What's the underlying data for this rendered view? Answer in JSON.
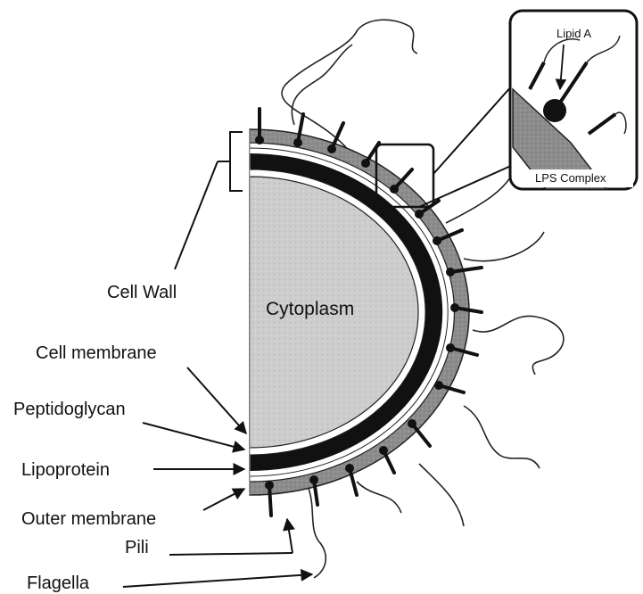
{
  "labels": {
    "cell_wall": "Cell Wall",
    "cytoplasm": "Cytoplasm",
    "cell_membrane": "Cell membrane",
    "peptidoglycan": "Peptidoglycan",
    "lipoprotein": "Lipoprotein",
    "outer_membrane": "Outer membrane",
    "pili": "Pili",
    "flagella": "Flagella"
  },
  "inset": {
    "title": "Lipid A",
    "caption": "LPS Complex"
  },
  "colors": {
    "line": "#111111",
    "cytoplasm_fill": "#cfcfcf",
    "outer_layer_fill": "#8a8a8a",
    "inset_border": "#111111"
  }
}
